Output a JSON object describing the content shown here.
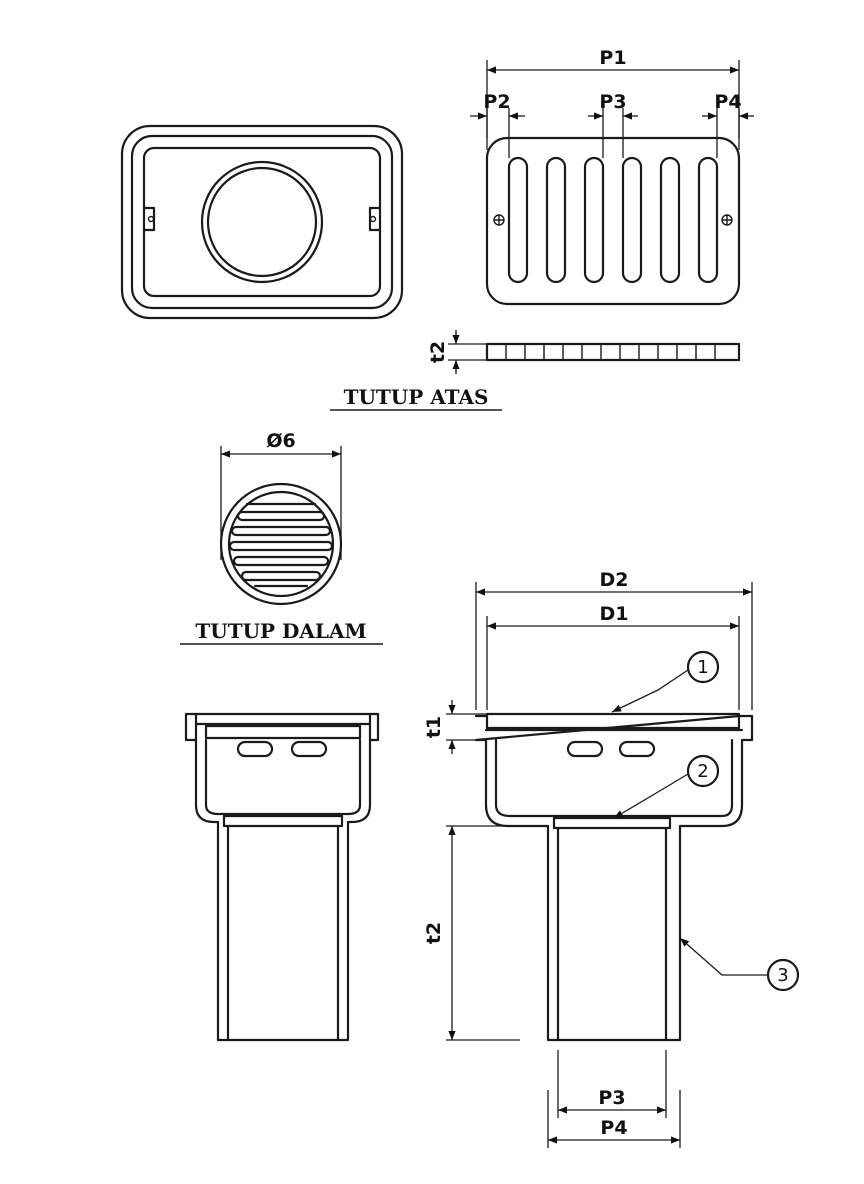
{
  "titles": {
    "top_cover": "TUTUP ATAS",
    "inner_cover": "TUTUP DALAM"
  },
  "dimensions": {
    "p1": "P1",
    "p2": "P2",
    "p3": "P3",
    "p4": "P4",
    "t2_top": "t2",
    "phi6": "Ø6",
    "d2": "D2",
    "d1": "D1",
    "t1": "t1",
    "t2_side": "t2",
    "p3_bottom": "P3",
    "p4_bottom": "P4"
  },
  "callouts": {
    "one": "1",
    "two": "2",
    "three": "3"
  }
}
